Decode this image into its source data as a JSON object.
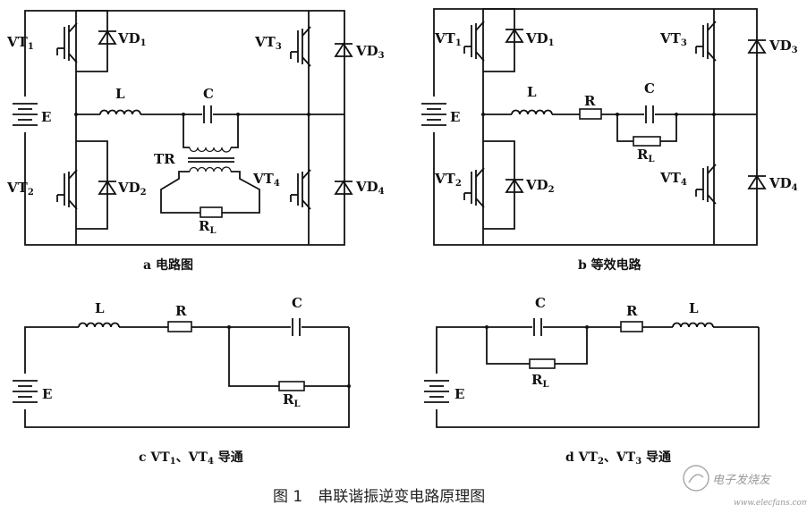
{
  "labels": {
    "vt": "VT",
    "vd": "VD",
    "n1": "1",
    "n2": "2",
    "n3": "3",
    "n4": "4",
    "L": "L",
    "C": "C",
    "R": "R",
    "RL": "R",
    "RL_sub": "L",
    "E": "E",
    "TR": "TR"
  },
  "captions": {
    "a": "a 电路图",
    "b": "b 等效电路",
    "c_prefix": "c VT",
    "c_sub1": "1",
    "c_mid": "、VT",
    "c_sub2": "4",
    "c_suffix": " 导通",
    "d_prefix": "d VT",
    "d_sub1": "2",
    "d_mid": "、VT",
    "d_sub2": "3",
    "d_suffix": " 导通"
  },
  "figure_title": "图 1　串联谐振逆变电路原理图",
  "watermark": "电子发烧友",
  "watermark_url": "www.elecfans.com"
}
